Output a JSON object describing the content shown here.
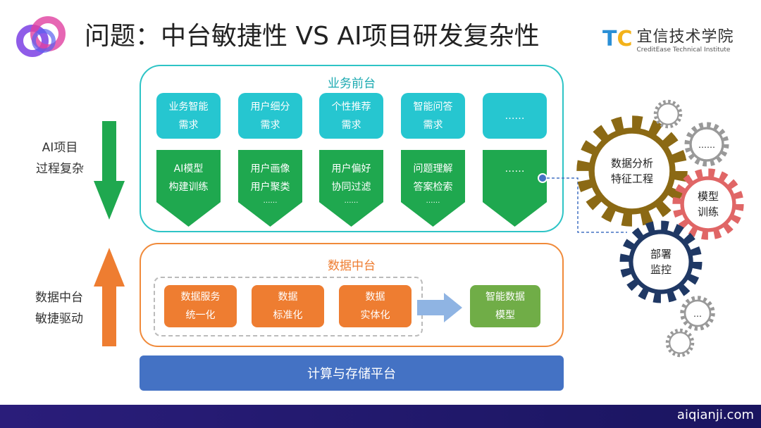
{
  "title": "问题：中台敏捷性 VS AI项目研发复杂性",
  "brand": {
    "name": "宜信技术学院",
    "sub": "CreditEase Technical Institute"
  },
  "front": {
    "title": "业务前台",
    "needs": [
      [
        "业务智能",
        "需求"
      ],
      [
        "用户细分",
        "需求"
      ],
      [
        "个性推荐",
        "需求"
      ],
      [
        "智能问答",
        "需求"
      ],
      [
        "……",
        ""
      ]
    ],
    "ai": [
      [
        "AI模型",
        "构建训练",
        ""
      ],
      [
        "用户画像",
        "用户聚类",
        "……"
      ],
      [
        "用户偏好",
        "协同过滤",
        "……"
      ],
      [
        "问题理解",
        "答案检索",
        "……"
      ],
      [
        "……",
        "",
        ""
      ]
    ]
  },
  "data": {
    "title": "数据中台",
    "items": [
      [
        "数据服务",
        "统一化"
      ],
      [
        "数据",
        "标准化"
      ],
      [
        "数据",
        "实体化"
      ]
    ],
    "model": [
      "智能数据",
      "模型"
    ]
  },
  "platform": "计算与存储平台",
  "left": {
    "top": [
      "AI项目",
      "过程复杂"
    ],
    "bottom": [
      "数据中台",
      "敏捷驱动"
    ]
  },
  "gears": {
    "main": [
      "数据分析",
      "特征工程"
    ],
    "train": [
      "模型",
      "训练"
    ],
    "deploy": [
      "部署",
      "监控"
    ],
    "more1": "……",
    "more2": "…"
  },
  "footer": "aiqianji.com",
  "colors": {
    "cyan": "#26c6d0",
    "green": "#1fa84f",
    "orange": "#ee7d31",
    "blue": "#4472c4"
  }
}
